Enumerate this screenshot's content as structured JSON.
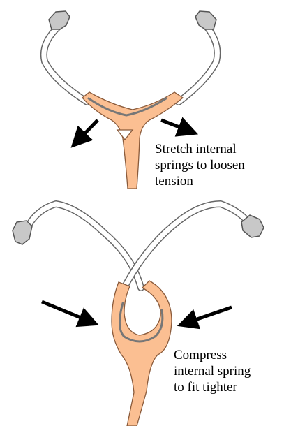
{
  "colors": {
    "body": "#FBBF92",
    "body_stroke": "#8A5A3A",
    "tube": "#FFFFFF",
    "tube_stroke": "#666666",
    "earpiece": "#C8C8C8",
    "spring": "#777777",
    "arrow": "#000000"
  },
  "icons": {
    "stretch_arrows": "arrow-icon",
    "compress_arrows": "arrow-icon",
    "earpieces": "earpiece-icon"
  },
  "captions": {
    "stretch": [
      "Stretch internal",
      "springs to loosen",
      "tension"
    ],
    "compress": [
      "Compress",
      "internal spring",
      "to fit tighter"
    ]
  }
}
